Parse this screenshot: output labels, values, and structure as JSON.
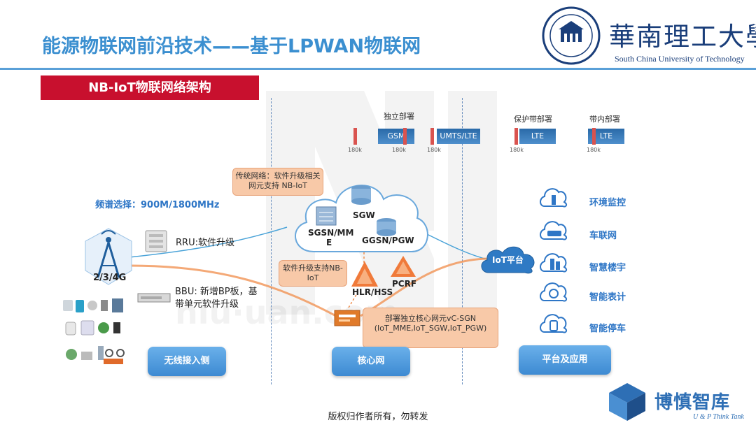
{
  "header": {
    "title": "能源物联网前沿技术——基于LPWAN物联网",
    "university_cn": "華南理工大學",
    "university_en": "South China University of Technology"
  },
  "section": {
    "label": "NB-IoT物联网络架构"
  },
  "spectrum": {
    "standalone_label": "独立部署",
    "guardband_label": "保护带部署",
    "inband_label": "带内部署",
    "freq": "180k",
    "gsm": "GSM",
    "umts_lte": "UMTS/LTE",
    "lte": "LTE"
  },
  "radio": {
    "band_select": "频谱选择：900M/1800MHz",
    "tower_label": "2/3/4G",
    "rru": "RRU:软件升级",
    "bbu_line1": "BBU: 新增BP板，基",
    "bbu_line2": "带单元软件升级"
  },
  "core": {
    "note_traditional_line1": "传统网络：软件升级相关",
    "note_traditional_line2": "网元支持  NB-IoT",
    "sgw": "SGW",
    "sgsn_mme_line1": "SGSN/MM",
    "sgsn_mme_line2": "E",
    "ggsn_pgw": "GGSN/PGW",
    "note_hlr_line1": "软件升级支持NB-",
    "note_hlr_line2": "IoT",
    "hlr_hss": "HLR/HSS",
    "pcrf": "PCRF",
    "note_vcsgn_line1": "部署独立核心网元vC-SGN",
    "note_vcsgn_line2": "(IoT_MME,IoT_SGW,IoT_PGW)",
    "iot_platform": "IoT平台"
  },
  "apps": {
    "items": [
      "环境监控",
      "车联网",
      "智慧楼宇",
      "智能表计",
      "智能停车"
    ]
  },
  "buttons": {
    "wireless": "无线接入侧",
    "core": "核心网",
    "platform": "平台及应用"
  },
  "footer": {
    "copyright": "版权归作者所有，勿转发",
    "brand_cn": "博慎智库",
    "brand_en": "U & P Think Tank"
  },
  "colors": {
    "title_blue": "#3b8fd0",
    "section_red": "#c8102e",
    "accent_orange": "#f08c4a",
    "line_blue": "#4aa3d8"
  }
}
